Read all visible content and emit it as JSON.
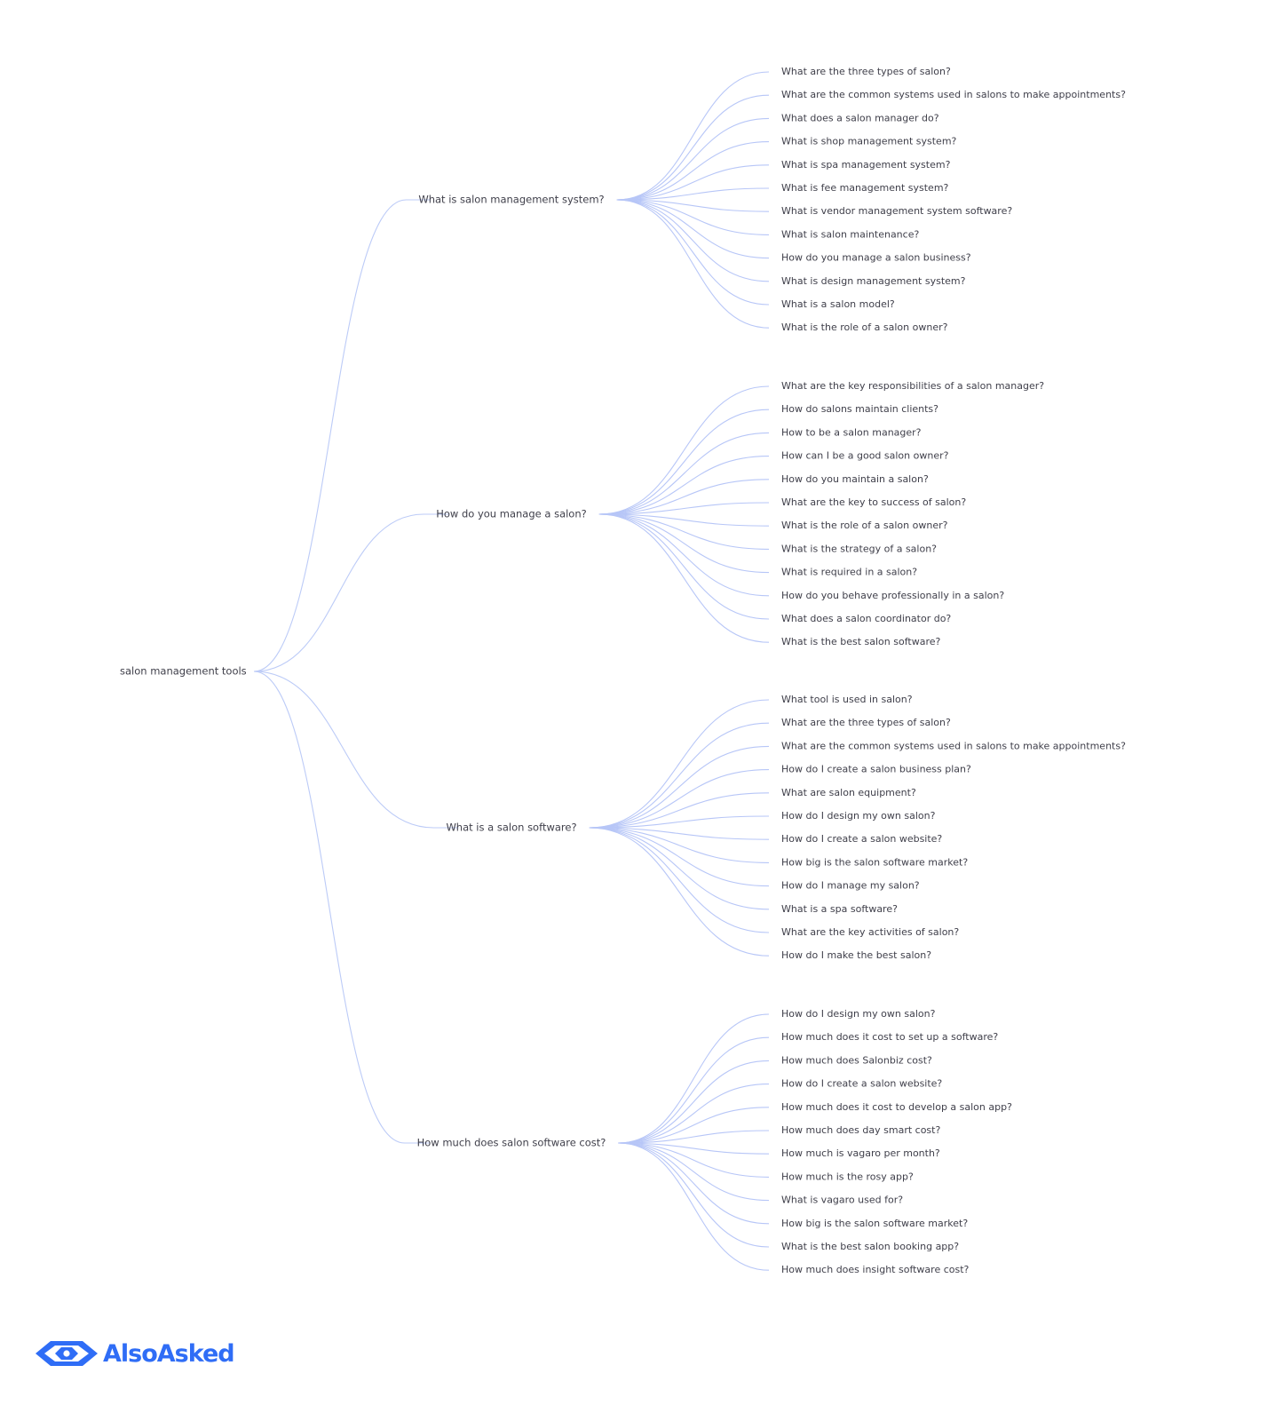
{
  "brand": {
    "name": "AlsoAsked",
    "color": "#2f6df6",
    "icon": "alsoasked-eye-logo-icon"
  },
  "colors": {
    "link": "#b7c6f7",
    "text": "#3f3f4a"
  },
  "tree": {
    "root": "salon management tools",
    "branches": [
      {
        "label": "What is salon management system?",
        "children": [
          "What are the three types of salon?",
          "What are the common systems used in salons to make appointments?",
          "What does a salon manager do?",
          "What is shop management system?",
          "What is spa management system?",
          "What is fee management system?",
          "What is vendor management system software?",
          "What is salon maintenance?",
          "How do you manage a salon business?",
          "What is design management system?",
          "What is a salon model?",
          "What is the role of a salon owner?"
        ]
      },
      {
        "label": "How do you manage a salon?",
        "children": [
          "What are the key responsibilities of a salon manager?",
          "How do salons maintain clients?",
          "How to be a salon manager?",
          "How can I be a good salon owner?",
          "How do you maintain a salon?",
          "What are the key to success of salon?",
          "What is the role of a salon owner?",
          "What is the strategy of a salon?",
          "What is required in a salon?",
          "How do you behave professionally in a salon?",
          "What does a salon coordinator do?",
          "What is the best salon software?"
        ]
      },
      {
        "label": "What is a salon software?",
        "children": [
          "What tool is used in salon?",
          "What are the three types of salon?",
          "What are the common systems used in salons to make appointments?",
          "How do I create a salon business plan?",
          "What are salon equipment?",
          "How do I design my own salon?",
          "How do I create a salon website?",
          "How big is the salon software market?",
          "How do I manage my salon?",
          "What is a spa software?",
          "What are the key activities of salon?",
          "How do I make the best salon?"
        ]
      },
      {
        "label": "How much does salon software cost?",
        "children": [
          "How do I design my own salon?",
          "How much does it cost to set up a software?",
          "How much does Salonbiz cost?",
          "How do I create a salon website?",
          "How much does it cost to develop a salon app?",
          "How much does day smart cost?",
          "How much is vagaro per month?",
          "How much is the rosy app?",
          "What is vagaro used for?",
          "How big is the salon software market?",
          "What is the best salon booking app?",
          "How much does insight software cost?"
        ]
      }
    ]
  }
}
